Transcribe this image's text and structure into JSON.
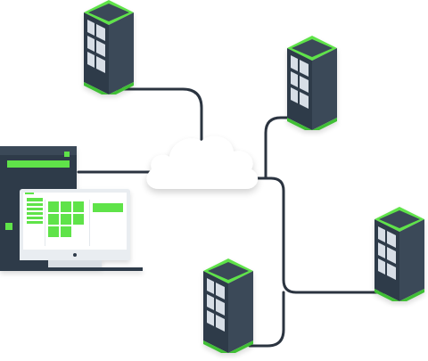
{
  "diagram": {
    "kind": "network-topology",
    "central_node": "cloud",
    "nodes": [
      {
        "id": "client-workstation",
        "type": "desktop-computer-with-tower"
      },
      {
        "id": "server-top-left",
        "type": "server-rack"
      },
      {
        "id": "server-top-right",
        "type": "server-rack"
      },
      {
        "id": "server-right",
        "type": "server-rack"
      },
      {
        "id": "server-bottom",
        "type": "server-rack"
      }
    ],
    "links": [
      {
        "from": "client-workstation",
        "to": "cloud"
      },
      {
        "from": "server-top-left",
        "to": "cloud"
      },
      {
        "from": "server-top-right",
        "to": "cloud"
      },
      {
        "from": "server-right",
        "to": "cloud"
      },
      {
        "from": "server-bottom",
        "to": "cloud"
      }
    ]
  },
  "colors": {
    "accent": "#5fe34a",
    "accent_dark": "#3fbf36",
    "server_dark": "#2d3a4a",
    "server_mid": "#3a4858",
    "window": "#d7dee6",
    "cable": "#2b3440",
    "cloud": "#ffffff",
    "monitor_frame": "#e9edf1"
  }
}
